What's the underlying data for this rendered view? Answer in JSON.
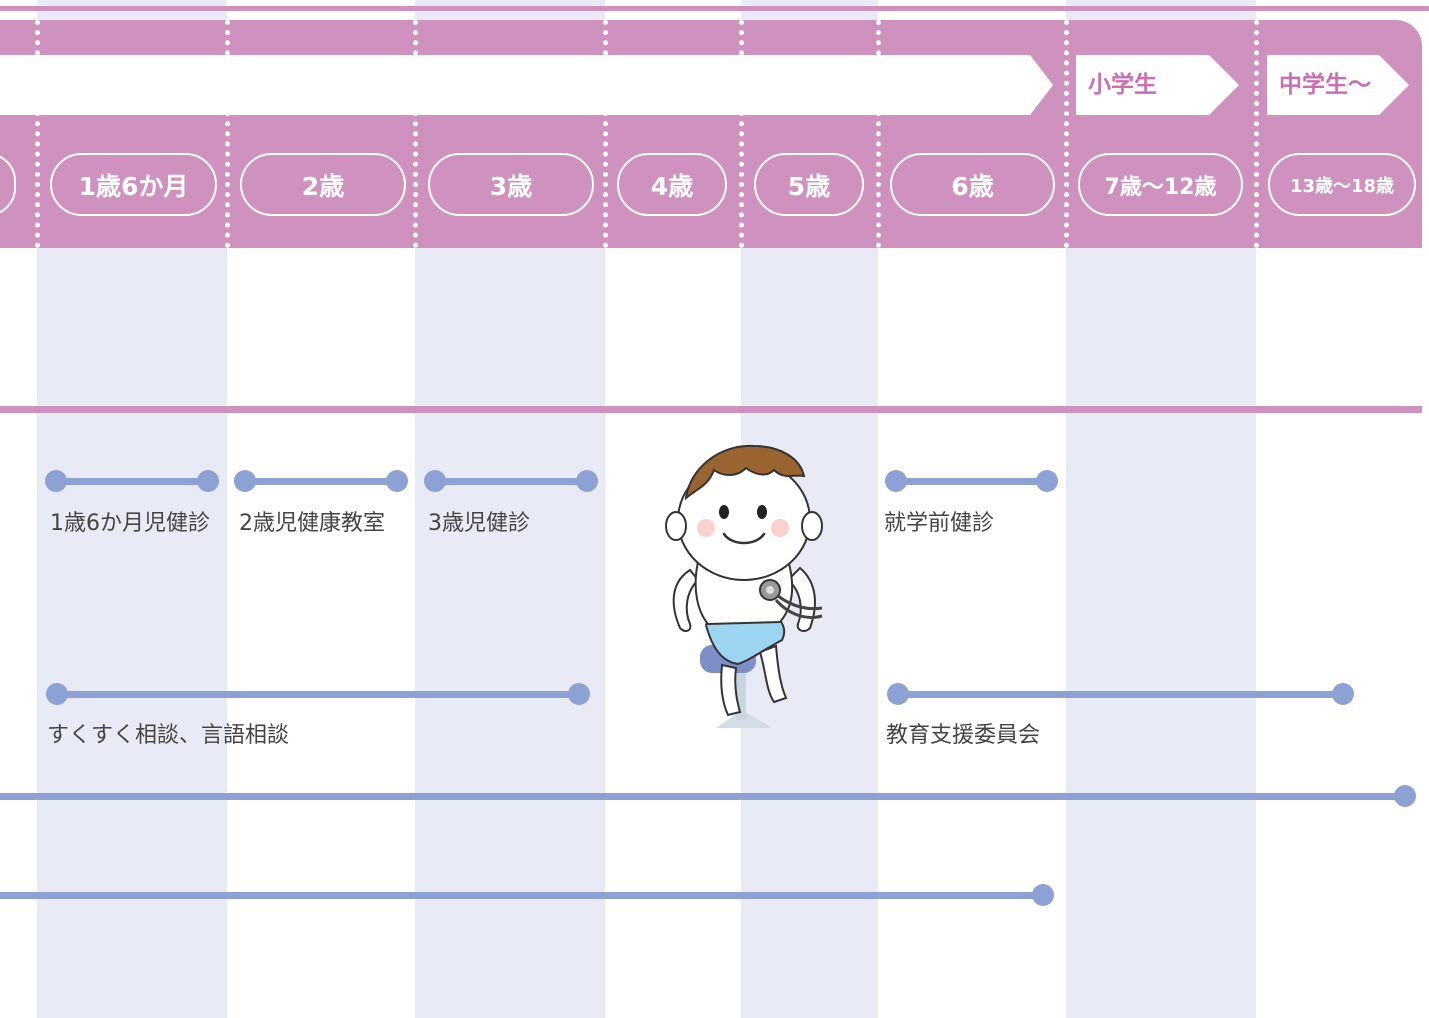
{
  "stages": [
    {
      "label": "小学生"
    },
    {
      "label": "中学生〜"
    }
  ],
  "ages": [
    {
      "label": "1歳6か月"
    },
    {
      "label": "2歳"
    },
    {
      "label": "3歳"
    },
    {
      "label": "4歳"
    },
    {
      "label": "5歳"
    },
    {
      "label": "6歳"
    },
    {
      "label": "7歳〜12歳"
    },
    {
      "label": "13歳〜18歳"
    }
  ],
  "programs": [
    {
      "label": "1歳6か月児健診"
    },
    {
      "label": "2歳児健康教室"
    },
    {
      "label": "3歳児健診"
    },
    {
      "label": "就学前健診"
    },
    {
      "label": "すくすく相談、言語相談"
    },
    {
      "label": "教育支援委員会"
    }
  ],
  "illustration": {
    "icon": "child-stethoscope-icon"
  },
  "colors": {
    "header": "#cf92bf",
    "stage_text": "#c96eb1",
    "bar": "#8ea1d4",
    "stripe": "#e8ebf6",
    "label_text": "#444444"
  }
}
